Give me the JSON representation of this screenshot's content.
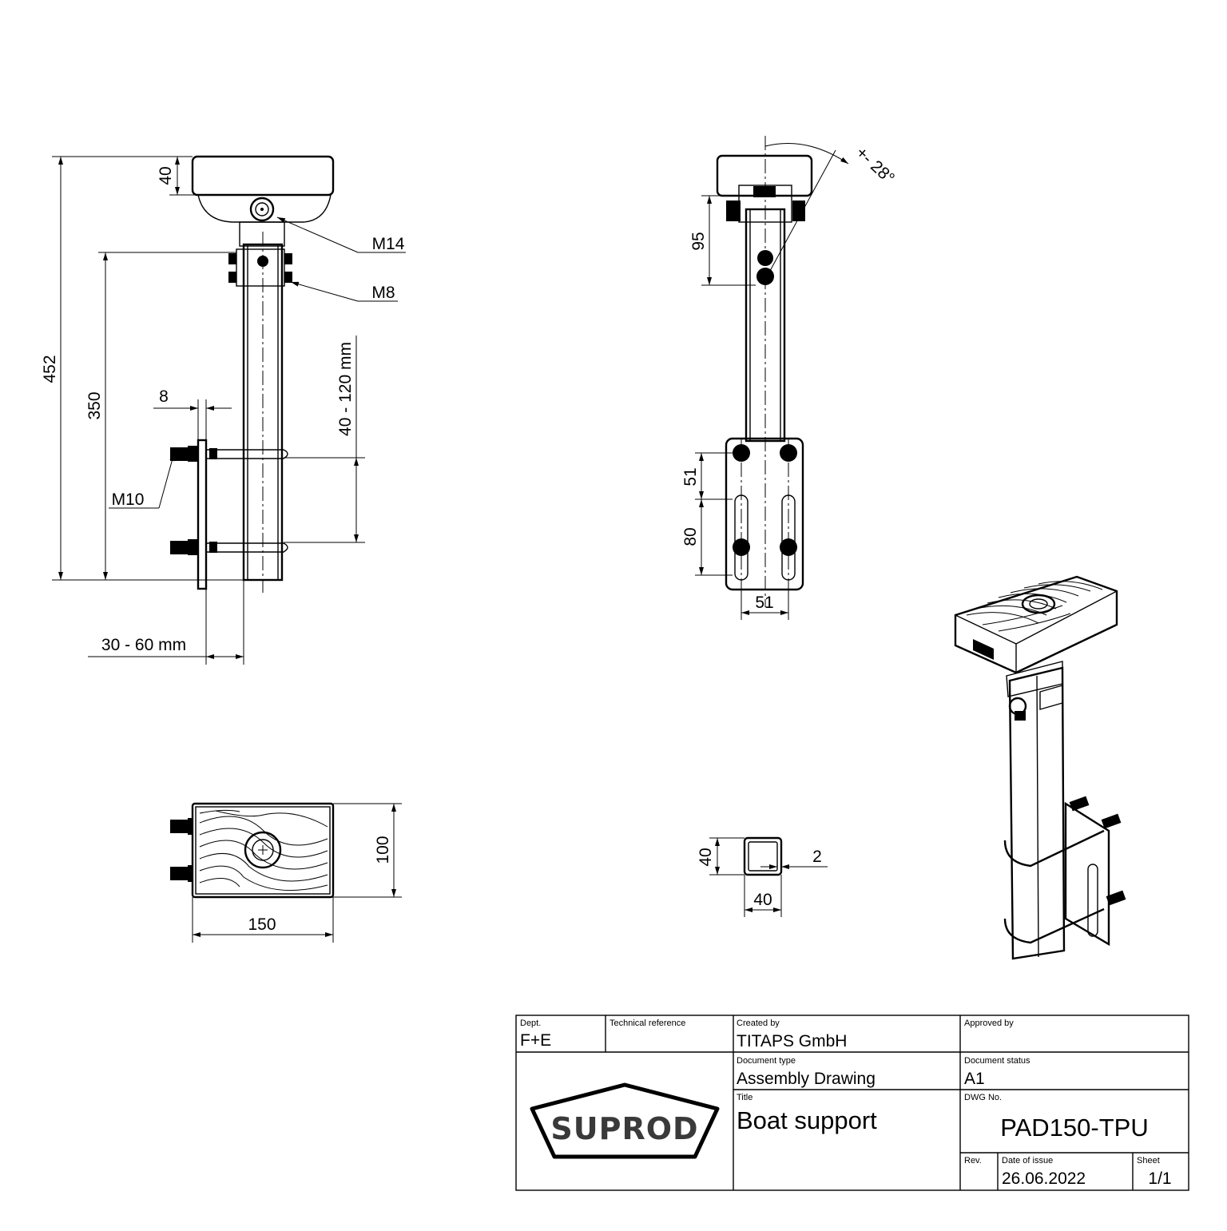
{
  "drawing": {
    "dimensions": {
      "d452": "452",
      "d350": "350",
      "d40_pad": "40",
      "d8": "8",
      "d40_120": "40 - 120 mm",
      "d30_60": "30 - 60 mm",
      "d95": "95",
      "d51_vert": "51",
      "d80": "80",
      "d51_horiz": "51",
      "angle": "+- 28°",
      "d100": "100",
      "d150": "150",
      "tube_h": "40",
      "tube_w": "40",
      "tube_wall": "2"
    },
    "labels": {
      "m14": "M14",
      "m8": "M8",
      "m10": "M10"
    }
  },
  "title_block": {
    "dept_label": "Dept.",
    "dept_value": "F+E",
    "tech_ref_label": "Technical reference",
    "tech_ref_value": "",
    "created_by_label": "Created by",
    "created_by_value": "TITAPS GmbH",
    "approved_by_label": "Approved by",
    "approved_by_value": "",
    "doc_type_label": "Document type",
    "doc_type_value": "Assembly Drawing",
    "doc_status_label": "Document status",
    "doc_status_value": "A1",
    "title_label": "Title",
    "title_value": "Boat support",
    "dwg_no_label": "DWG No.",
    "dwg_no_value": "PAD150-TPU",
    "rev_label": "Rev.",
    "rev_value": "",
    "date_label": "Date of issue",
    "date_value": "26.06.2022",
    "sheet_label": "Sheet",
    "sheet_value": "1/1",
    "logo_text": "SUPROD"
  }
}
